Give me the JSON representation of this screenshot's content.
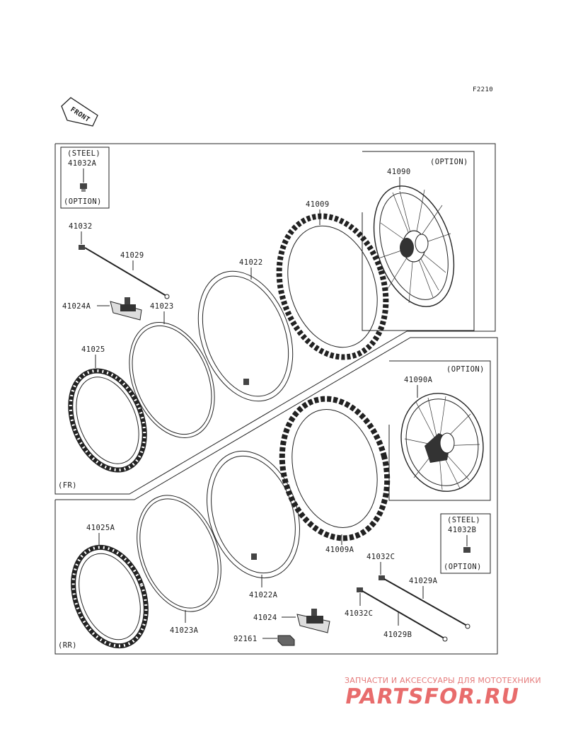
{
  "figure_code": "F2210",
  "front_label": "FRONT",
  "sections": {
    "front": "(FR)",
    "rear": "(RR)"
  },
  "boxes": {
    "steel_front": {
      "top": "(STEEL)",
      "part": "41032A",
      "bottom": "(OPTION)"
    },
    "steel_rear": {
      "top": "(STEEL)",
      "part": "41032B",
      "bottom": "(OPTION)"
    },
    "wheel_front": {
      "top": "(OPTION)",
      "part": "41090"
    },
    "wheel_rear": {
      "top": "(OPTION)",
      "part": "41090A"
    }
  },
  "parts": {
    "p41032": "41032",
    "p41029": "41029",
    "p41024A": "41024A",
    "p41023": "41023",
    "p41025": "41025",
    "p41022": "41022",
    "p41009": "41009",
    "p41009A": "41009A",
    "p41025A": "41025A",
    "p41023A": "41023A",
    "p41022A": "41022A",
    "p41024": "41024",
    "p92161": "92161",
    "p41032C_top": "41032C",
    "p41032C_bottom": "41032C",
    "p41029A": "41029A",
    "p41029B": "41029B"
  },
  "watermark": {
    "subtitle": "ЗАПЧАСТИ И АКСЕССУАРЫ ДЛЯ МОТОТЕХНИКИ",
    "brand": "PARTSFOR.RU",
    "color": "#e86c6c"
  }
}
